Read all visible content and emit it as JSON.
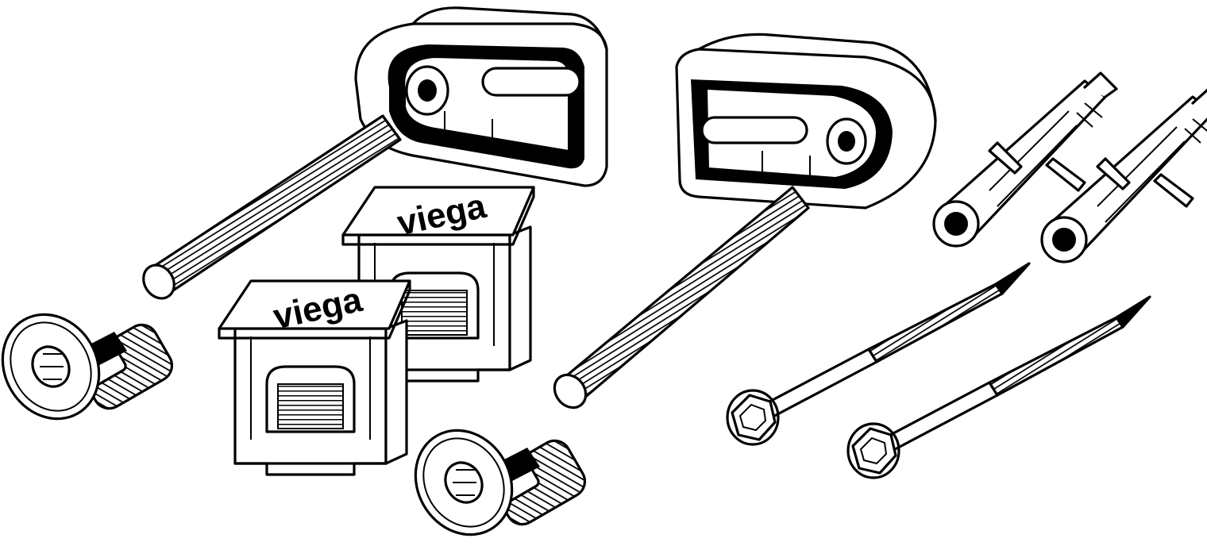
{
  "colors": {
    "ink": "#000000",
    "paper": "#ffffff"
  },
  "cap_logo_1": "viega",
  "cap_logo_2": "viega",
  "parts": [
    {
      "name": "bracket-left"
    },
    {
      "name": "bracket-right"
    },
    {
      "name": "threaded-rod-left"
    },
    {
      "name": "threaded-rod-right"
    },
    {
      "name": "sleeve-nut-left"
    },
    {
      "name": "sleeve-nut-right"
    },
    {
      "name": "cover-cap-back"
    },
    {
      "name": "cover-cap-front"
    },
    {
      "name": "wall-plug-1"
    },
    {
      "name": "wall-plug-2"
    },
    {
      "name": "hex-screw-1"
    },
    {
      "name": "hex-screw-2"
    }
  ]
}
